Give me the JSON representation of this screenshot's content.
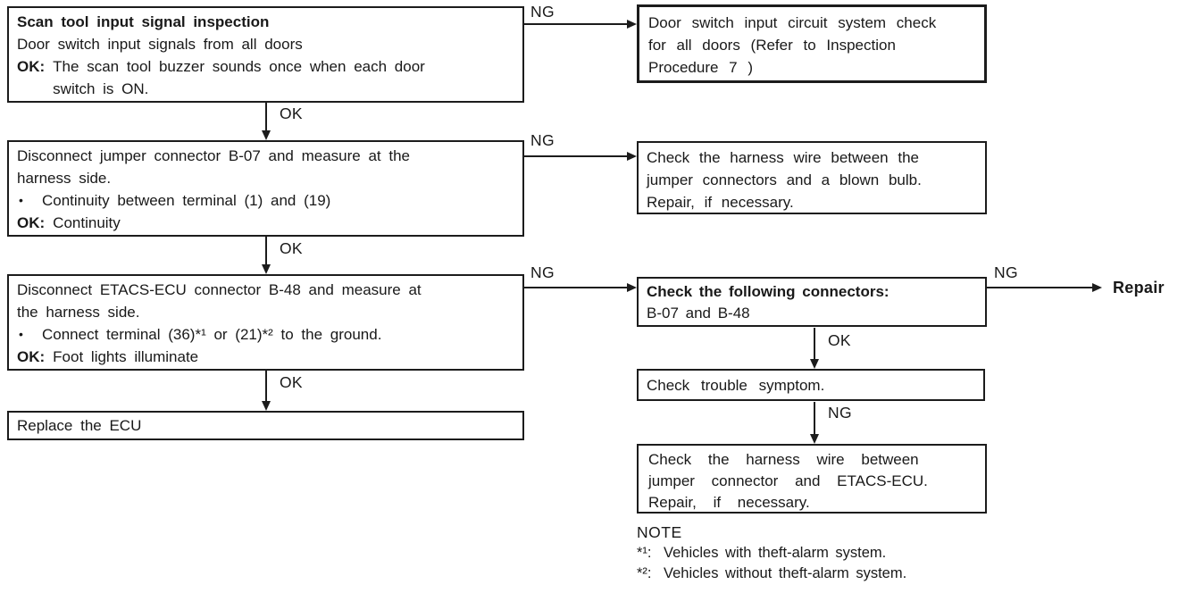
{
  "labels": {
    "ok": "OK",
    "ng": "NG",
    "bullet": "•"
  },
  "flow": {
    "scan_tool": {
      "title": "Scan tool input signal inspection",
      "subtitle": "Door switch input signals from all doors",
      "ok_label": "OK:",
      "ok_text": "The scan tool buzzer sounds once when each door\nswitch is ON."
    },
    "door_switch_check": {
      "text": "Door switch input circuit system check\nfor all doors (Refer to Inspection\nProcedure 7 )"
    },
    "jumper_connector": {
      "line1": "Disconnect jumper connector B-07 and measure at the\nharness side.",
      "bullet_text": "Continuity between terminal (1) and (19)",
      "ok_label": "OK:",
      "ok_text": "Continuity"
    },
    "harness_bulb": {
      "text": "Check the harness wire between the\njumper connectors and a blown bulb.\nRepair, if necessary."
    },
    "etacs_ecu": {
      "line1": "Disconnect ETACS-ECU connector B-48 and measure at\nthe harness side.",
      "bullet_text": "Connect terminal (36)*¹ or (21)*² to the ground.",
      "ok_label": "OK:",
      "ok_text": "Foot lights illuminate"
    },
    "connectors_check": {
      "title": "Check the following connectors:",
      "text": "B-07 and B-48"
    },
    "repair": "Repair",
    "trouble_symptom": {
      "text": "Check trouble symptom."
    },
    "harness_etacs": {
      "text": "Check the harness wire between\njumper connector and ETACS-ECU.\nRepair, if necessary."
    },
    "replace_ecu": {
      "text": "Replace the ECU"
    },
    "note": {
      "title": "NOTE",
      "item1_marker": "*¹:",
      "item1_text": "Vehicles with theft-alarm system.",
      "item2_marker": "*²:",
      "item2_text": "Vehicles without theft-alarm system."
    }
  }
}
